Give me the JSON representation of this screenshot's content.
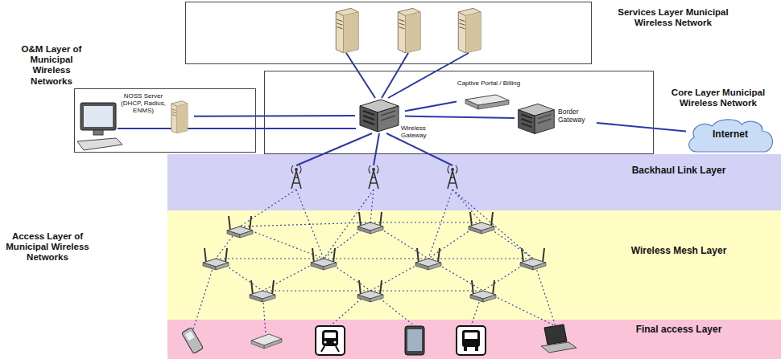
{
  "diagram": {
    "nodes": [
      {
        "text": [
          "Services Layer Municipal Wireless Network"
        ]
      },
      {
        "text": [
          "O&M Layer of Municipal Wireless Networks"
        ]
      },
      {
        "text": [
          "NOSS Server (DHCP, Radius, ENMS)"
        ],
        "in": 1
      },
      {
        "text": [
          "Core Layer Municipal Wireless Network"
        ]
      },
      {
        "text": [
          "Captive Portal / Billing"
        ],
        "in": 3
      },
      {
        "text": [
          "Wireless Gateway"
        ],
        "in": 3
      },
      {
        "text": [
          "Border Gateway"
        ],
        "in": 3
      },
      {
        "text": [
          "Internet"
        ]
      },
      {
        "text": [
          "Backhaul Link Layer"
        ]
      },
      {
        "text": [
          "Wireless Mesh Layer"
        ]
      },
      {
        "text": [
          "Final access Layer"
        ]
      }
    ],
    "edges": [
      {
        "from": 2,
        "to": 5,
        "arrow": "none"
      },
      {
        "from": 5,
        "to": 4,
        "arrow": "none"
      },
      {
        "from": 5,
        "to": 6,
        "arrow": "none"
      },
      {
        "from": 6,
        "to": 7,
        "arrow": "none"
      }
    ],
    "labels": [
      "Access Layer of Municipal Wireless Networks"
    ]
  }
}
